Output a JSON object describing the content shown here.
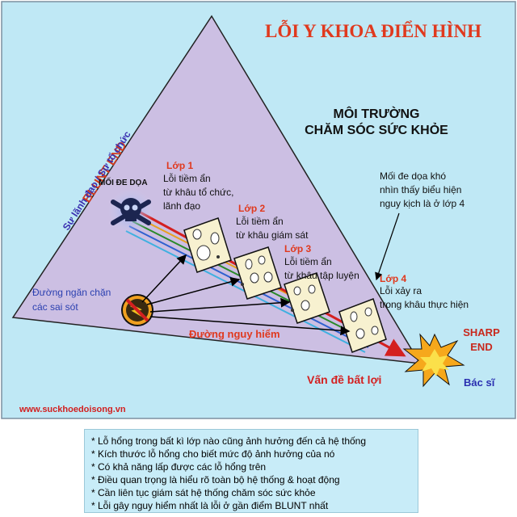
{
  "title": "LỖI Y KHOA ĐIỂN HÌNH",
  "environment": {
    "line1": "MÔI TRƯỜNG",
    "line2": "CHĂM SÓC SỨC KHỎE"
  },
  "blunt_end": {
    "title": "BLUNT END",
    "subtitle": "Sự lãnh đạo / Sự tổ chức"
  },
  "sharp_end": {
    "line1": "SHARP",
    "line2": "END",
    "doctor": "Bác sĩ"
  },
  "threat": "MỐI ĐE DỌA",
  "layers": [
    {
      "name": "Lớp 1",
      "lines": [
        "Lỗi tiềm ẩn",
        "từ khâu tổ chức,",
        "lãnh đạo"
      ]
    },
    {
      "name": "Lớp 2",
      "lines": [
        "Lỗi tiềm ẩn",
        "từ khâu giám sát"
      ]
    },
    {
      "name": "Lớp 3",
      "lines": [
        "Lỗi tiềm ẩn",
        "từ khâu tập luyện"
      ]
    },
    {
      "name": "Lớp 4",
      "lines": [
        "Lỗi xảy ra",
        "trong khâu thực hiện"
      ]
    }
  ],
  "hidden_threat_note": [
    "Mối đe dọa khó",
    "nhìn thấy biểu hiện",
    "nguy kịch là ở lớp 4"
  ],
  "defense_line": [
    "Đường ngăn chặn",
    "các sai sót"
  ],
  "danger_path": "Đường nguy hiểm",
  "adverse_event": "Vấn đề bất lợi",
  "website": "www.suckhoedoisong.vn",
  "notes": [
    "* Lỗ hổng trong bất kì lớp nào cũng ảnh hưởng đến cả hệ thống",
    "* Kích thước lỗ hổng cho biết mức độ ảnh hưởng của nó",
    "* Có khả năng lấp được các lỗ hổng trên",
    "* Điều quan trọng là hiểu rõ toàn bộ hệ thống & hoạt động",
    "* Cần liên tục giám sát hệ thống chăm sóc sức khỏe",
    "* Lỗi gây nguy hiểm nhất là lỗi ở gần điểm BLUNT nhất"
  ],
  "colors": {
    "background": "#bfe8f5",
    "pyramid": "#ccbfe3",
    "title": "#e0391e",
    "layer_label": "#e0391e",
    "blunt": "#d23a1e",
    "blunt_sub": "#3a2fb0",
    "doctor": "#2a2fb0",
    "danger_path": "#e0391e",
    "website": "#d21f1f",
    "defense": "#2a3fb0",
    "notes_bg": "#c8ecf8"
  }
}
